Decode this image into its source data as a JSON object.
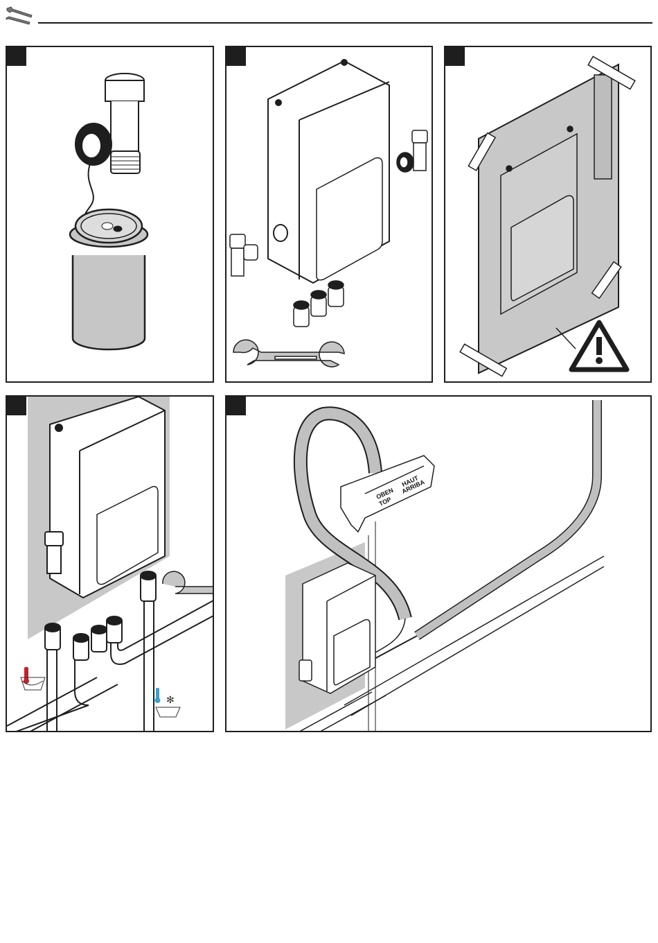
{
  "page": {
    "header_icon": "tools-icon",
    "header_icon_description": "wrench and screwdriver"
  },
  "colors": {
    "line": "#1e1e1e",
    "wall_grey": "#c8c8c8",
    "part_grey": "#bdbdbd",
    "hot": "#c8202a",
    "cold": "#3aa0d0"
  },
  "steps": [
    {
      "id": 1,
      "badge": "",
      "icon": "valve-and-filter-icon",
      "description": "angle valve with connected cable and cylindrical filter cartridge"
    },
    {
      "id": 2,
      "badge": "",
      "icon": "box-and-parts-icon",
      "description": "electronic box, two angle valves, three connectors, open-ended wrench"
    },
    {
      "id": 3,
      "badge": "",
      "icon": "mounting-template-icon",
      "description": "paper mounting template taped to wall",
      "warning_icon": "warning-triangle-icon"
    },
    {
      "id": 4,
      "badge": "",
      "icon": "box-installed-icon",
      "description": "box mounted on wall, connecting hot and cold supply pipes",
      "hot_icon": "hot-water-icon",
      "cold_icon": "cold-water-icon"
    },
    {
      "id": 5,
      "badge": "",
      "icon": "cable-routing-icon",
      "description": "cable routed in conduit from box to wall module",
      "module_labels": [
        "OBEN",
        "TOP",
        "HAUT",
        "ARRIBA"
      ]
    }
  ]
}
